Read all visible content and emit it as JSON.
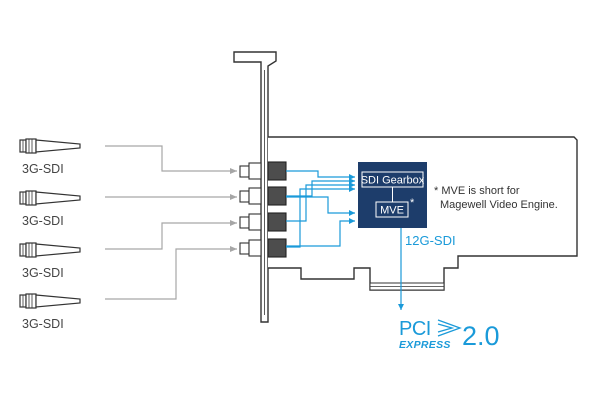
{
  "inputs": [
    {
      "label": "3G-SDI"
    },
    {
      "label": "3G-SDI"
    },
    {
      "label": "3G-SDI"
    },
    {
      "label": "3G-SDI"
    }
  ],
  "chip": {
    "top_label": "SDI Gearbox",
    "bottom_label": "MVE",
    "asterisk": "*"
  },
  "footnote": {
    "line1": "* MVE is short for",
    "line2": "Magewell Video Engine."
  },
  "bus": {
    "label": "12G-SDI",
    "pci_word": "PCI",
    "express_word": "EXPRESS",
    "version": "2.0"
  },
  "colors": {
    "accent": "#1a9ad9",
    "chip_bg": "#1d3d6b",
    "arrow_gray": "#a6a6a6",
    "outline": "#333333"
  }
}
